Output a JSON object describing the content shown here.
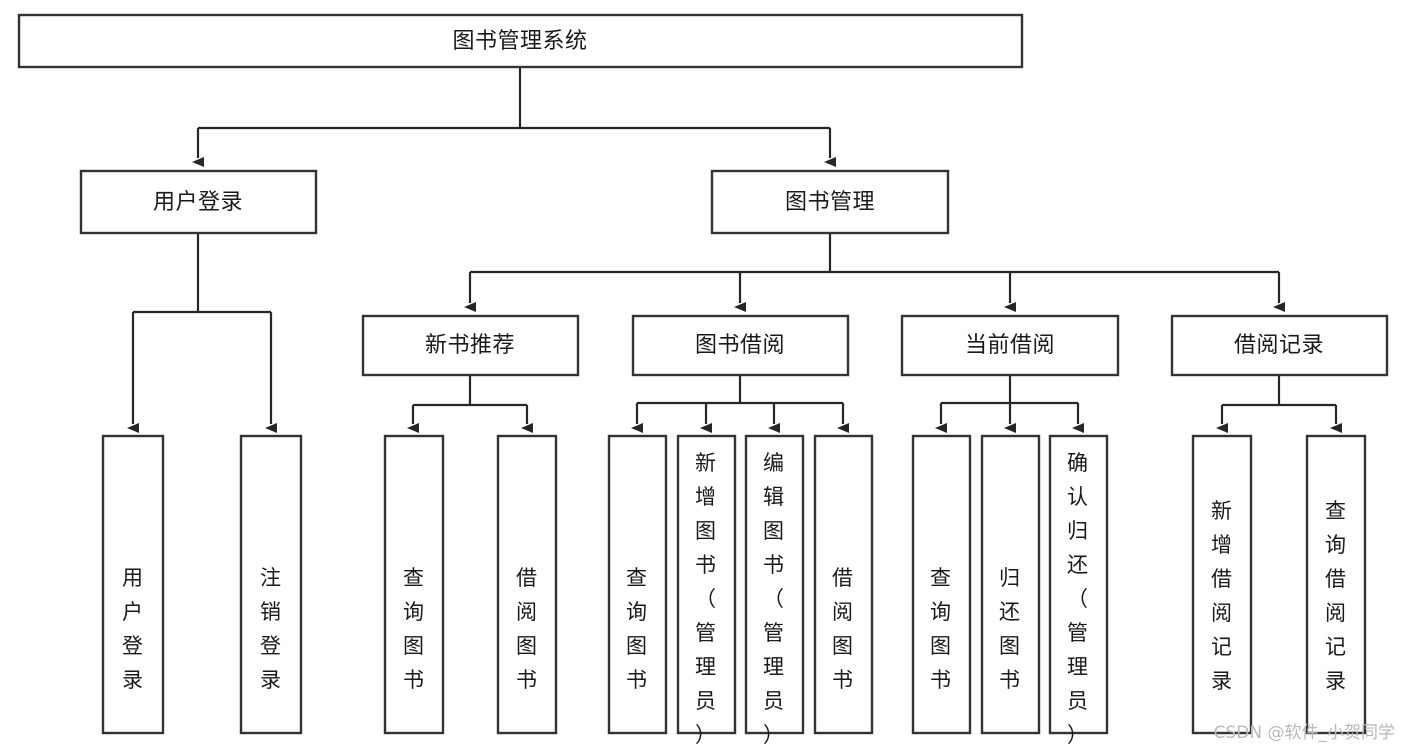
{
  "diagram": {
    "type": "hierarchy-tree",
    "title": "图书管理系统",
    "levels": 4,
    "colors": {
      "box_fill": "#ffffff",
      "box_stroke": "#333333",
      "connector": "#262626",
      "text": "#1a1a1a",
      "watermark": "#b9b9b9"
    },
    "root": {
      "label": "图书管理系统",
      "orientation": "horizontal"
    },
    "level2": [
      {
        "id": "user-login",
        "label": "用户登录",
        "orientation": "horizontal"
      },
      {
        "id": "book-management",
        "label": "图书管理",
        "orientation": "horizontal"
      }
    ],
    "level3": [
      {
        "id": "new-book-recommend",
        "label": "新书推荐",
        "orientation": "horizontal",
        "parent": "book-management"
      },
      {
        "id": "book-borrow",
        "label": "图书借阅",
        "orientation": "horizontal",
        "parent": "book-management"
      },
      {
        "id": "current-borrow",
        "label": "当前借阅",
        "orientation": "horizontal",
        "parent": "book-management"
      },
      {
        "id": "borrow-record",
        "label": "借阅记录",
        "orientation": "horizontal",
        "parent": "book-management"
      }
    ],
    "leaves": [
      {
        "id": "leaf-user-login",
        "label": "用户登录",
        "orientation": "vertical",
        "parent": "user-login"
      },
      {
        "id": "leaf-logout-login",
        "label": "注销登录",
        "orientation": "vertical",
        "parent": "user-login"
      },
      {
        "id": "leaf-query-book-1",
        "label": "查询图书",
        "orientation": "vertical",
        "parent": "new-book-recommend"
      },
      {
        "id": "leaf-borrow-book-1",
        "label": "借阅图书",
        "orientation": "vertical",
        "parent": "new-book-recommend"
      },
      {
        "id": "leaf-query-book-2",
        "label": "查询图书",
        "orientation": "vertical",
        "parent": "book-borrow"
      },
      {
        "id": "leaf-add-book",
        "label": "新增图书（管理员）",
        "orientation": "vertical",
        "parent": "book-borrow"
      },
      {
        "id": "leaf-edit-book",
        "label": "编辑图书（管理员）",
        "orientation": "vertical",
        "parent": "book-borrow"
      },
      {
        "id": "leaf-borrow-book-2",
        "label": "借阅图书",
        "orientation": "vertical",
        "parent": "book-borrow"
      },
      {
        "id": "leaf-query-book-3",
        "label": "查询图书",
        "orientation": "vertical",
        "parent": "current-borrow"
      },
      {
        "id": "leaf-return-book",
        "label": "归还图书",
        "orientation": "vertical",
        "parent": "current-borrow"
      },
      {
        "id": "leaf-confirm-return",
        "label": "确认归还（管理员）",
        "orientation": "vertical",
        "parent": "current-borrow"
      },
      {
        "id": "leaf-add-record",
        "label": "新增借阅记录",
        "orientation": "vertical",
        "parent": "borrow-record"
      },
      {
        "id": "leaf-query-record",
        "label": "查询借阅记录",
        "orientation": "vertical",
        "parent": "borrow-record"
      }
    ]
  },
  "watermark": {
    "text": "CSDN @软件_小贺同学"
  }
}
